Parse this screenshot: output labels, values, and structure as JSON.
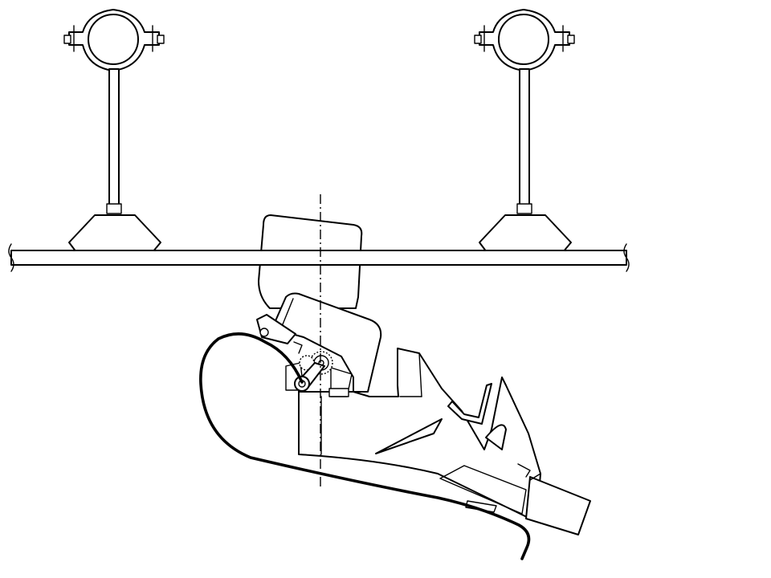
{
  "diagram": {
    "colors": {
      "line": "#000000",
      "background": "#ffffff"
    },
    "components": [
      "pipe-clamp-left",
      "pipe-clamp-right",
      "hanger-rod-left",
      "hanger-rod-right",
      "rail-base-left",
      "rail-base-right",
      "overhead-rail",
      "trolley-top-block",
      "trolley-housing",
      "gear-mechanism",
      "shoe-carrier",
      "shoe-sole-cable",
      "center-axis-line"
    ]
  }
}
